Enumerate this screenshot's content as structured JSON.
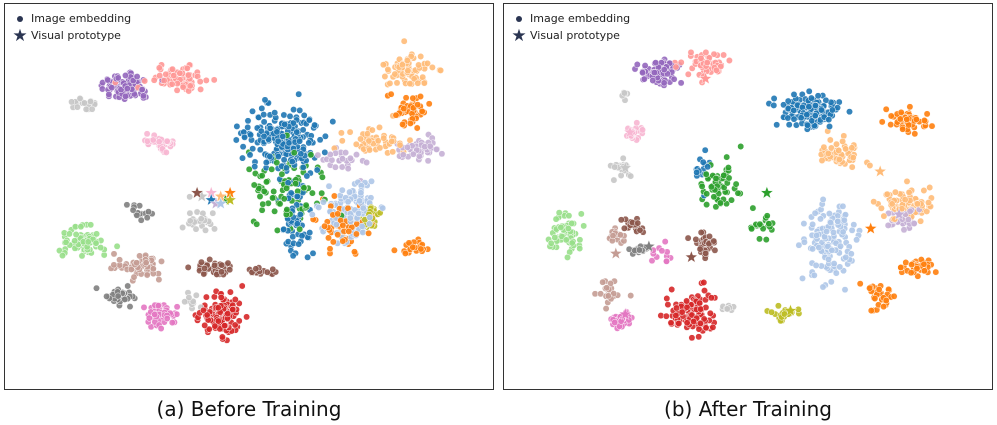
{
  "legend": {
    "image_embedding": "Image embedding",
    "visual_prototype": "Visual prototype",
    "marker_color": "#2b3552"
  },
  "panels": [
    {
      "caption": "(a) Before Training"
    },
    {
      "caption": "(b) After Training"
    }
  ],
  "palette": {
    "blue": "#1f77b4",
    "orange": "#ff7f0e",
    "light_orange": "#ffbb78",
    "green": "#2ca02c",
    "light_green": "#98df8a",
    "red": "#d62728",
    "pink_red": "#ff9896",
    "purple": "#9467bd",
    "lavender": "#c5b0d5",
    "brown": "#8c564b",
    "tan": "#c49c94",
    "magenta": "#e377c2",
    "light_pink": "#f7b6d2",
    "gray": "#7f7f7f",
    "light_gray": "#c7c7c7",
    "olive": "#bcbd22",
    "light_blue": "#aec7e8"
  },
  "chart_data": [
    {
      "type": "scatter",
      "title": "(a) Before Training",
      "xlabel": "",
      "ylabel": "",
      "grid": false,
      "legend_placement": "top-left",
      "x_range": [
        0,
        100
      ],
      "y_range": [
        0,
        100
      ],
      "series": [
        {
          "color": "purple",
          "clusters": [
            [
              24,
              19,
              5,
              4,
              80
            ]
          ],
          "prototype": null
        },
        {
          "color": "pink_red",
          "clusters": [
            [
              35,
              17,
              6,
              4,
              70
            ]
          ],
          "prototype": null
        },
        {
          "color": "light_gray",
          "clusters": [
            [
              15,
              24,
              3,
              2,
              18
            ],
            [
              40,
              57,
              3,
              3,
              25
            ],
            [
              38,
              79,
              2,
              3,
              10
            ]
          ],
          "prototype": [
            40,
            50
          ]
        },
        {
          "color": "light_pink",
          "clusters": [
            [
              31,
              35,
              3,
              2,
              35
            ]
          ],
          "prototype": [
            42,
            49
          ]
        },
        {
          "color": "blue",
          "clusters": [
            [
              57,
              34,
              7,
              8,
              200
            ],
            [
              60,
              55,
              3,
              10,
              60
            ]
          ],
          "prototype": [
            42,
            51
          ]
        },
        {
          "color": "green",
          "clusters": [
            [
              58,
              48,
              7,
              10,
              90
            ]
          ],
          "prototype": [
            45,
            51
          ]
        },
        {
          "color": "light_orange",
          "clusters": [
            [
              84,
              15,
              4,
              4,
              70
            ],
            [
              76,
              34,
              6,
              4,
              50
            ]
          ],
          "prototype": [
            44,
            50
          ]
        },
        {
          "color": "orange",
          "clusters": [
            [
              84,
              26,
              4,
              4,
              50
            ],
            [
              70,
              58,
              5,
              6,
              55
            ],
            [
              85,
              64,
              3,
              2,
              25
            ]
          ],
          "prototype": [
            46,
            49
          ]
        },
        {
          "color": "lavender",
          "clusters": [
            [
              86,
              37,
              4,
              3,
              55
            ],
            [
              70,
              40,
              4,
              3,
              25
            ]
          ],
          "prototype": [
            43,
            52
          ]
        },
        {
          "color": "light_blue",
          "clusters": [
            [
              72,
              54,
              5,
              8,
              140
            ]
          ],
          "prototype": [
            44,
            52
          ]
        },
        {
          "color": "olive",
          "clusters": [
            [
              76,
              56,
              2,
              3,
              22
            ]
          ],
          "prototype": [
            46,
            51
          ]
        },
        {
          "color": "brown",
          "clusters": [
            [
              43,
              70,
              4,
              2,
              40
            ],
            [
              53,
              71,
              3,
              1,
              15
            ]
          ],
          "prototype": [
            39,
            49
          ]
        },
        {
          "color": "tan",
          "clusters": [
            [
              27,
              70,
              5,
              3,
              60
            ]
          ],
          "prototype": null
        },
        {
          "color": "light_green",
          "clusters": [
            [
              15,
              63,
              4,
              4,
              70
            ]
          ],
          "prototype": null
        },
        {
          "color": "gray",
          "clusters": [
            [
              23,
              78,
              3,
              2,
              35
            ],
            [
              27,
              55,
              3,
              2,
              15
            ]
          ],
          "prototype": null
        },
        {
          "color": "magenta",
          "clusters": [
            [
              31,
              83,
              3,
              3,
              55
            ]
          ],
          "prototype": null
        },
        {
          "color": "red",
          "clusters": [
            [
              44,
              83,
              4,
              5,
              130
            ]
          ],
          "prototype": null
        }
      ]
    },
    {
      "type": "scatter",
      "title": "(b) After Training",
      "xlabel": "",
      "ylabel": "",
      "grid": false,
      "legend_placement": "top-left",
      "x_range": [
        0,
        100
      ],
      "y_range": [
        0,
        100
      ],
      "series": [
        {
          "color": "purple",
          "clusters": [
            [
              31,
              15,
              4,
              3,
              80
            ]
          ],
          "prototype": null
        },
        {
          "color": "pink_red",
          "clusters": [
            [
              41,
              13,
              5,
              3,
              55
            ]
          ],
          "prototype": [
            41,
            17
          ]
        },
        {
          "color": "light_pink",
          "clusters": [
            [
              26,
              32,
              2,
              2,
              20
            ]
          ],
          "prototype": [
            25,
            32
          ]
        },
        {
          "color": "light_gray",
          "clusters": [
            [
              23,
              42,
              2,
              2,
              18
            ],
            [
              24,
              22,
              1,
              1,
              6
            ],
            [
              46,
              81,
              2,
              1,
              8
            ]
          ],
          "prototype": [
            24,
            42
          ]
        },
        {
          "color": "blue",
          "clusters": [
            [
              63,
              26,
              6,
              4,
              150
            ],
            [
              40,
              42,
              2,
              4,
              15
            ]
          ],
          "prototype": null
        },
        {
          "color": "green",
          "clusters": [
            [
              44,
              47,
              3,
              6,
              60
            ],
            [
              53,
              58,
              3,
              3,
              20
            ]
          ],
          "prototype": [
            54,
            49
          ]
        },
        {
          "color": "light_orange",
          "clusters": [
            [
              70,
              38,
              4,
              4,
              55
            ],
            [
              84,
              52,
              5,
              4,
              75
            ]
          ],
          "prototype": [
            78,
            43
          ]
        },
        {
          "color": "orange",
          "clusters": [
            [
              84,
              29,
              4,
              3,
              55
            ],
            [
              86,
              70,
              3,
              2,
              35
            ],
            [
              78,
              78,
              3,
              3,
              40
            ]
          ],
          "prototype": [
            76,
            59
          ]
        },
        {
          "color": "lavender",
          "clusters": [
            [
              83,
              56,
              3,
              3,
              40
            ]
          ],
          "prototype": [
            82,
            55
          ]
        },
        {
          "color": "light_blue",
          "clusters": [
            [
              67,
              62,
              5,
              10,
              130
            ]
          ],
          "prototype": null
        },
        {
          "color": "olive",
          "clusters": [
            [
              58,
              83,
              3,
              2,
              20
            ]
          ],
          "prototype": [
            59,
            82
          ]
        },
        {
          "color": "brown",
          "clusters": [
            [
              41,
              64,
              2,
              3,
              35
            ],
            [
              26,
              58,
              2,
              2,
              20
            ]
          ],
          "prototype": [
            38,
            67
          ]
        },
        {
          "color": "tan",
          "clusters": [
            [
              22,
              61,
              2,
              2,
              20
            ],
            [
              21,
              77,
              2,
              3,
              25
            ]
          ],
          "prototype": [
            22,
            66
          ]
        },
        {
          "color": "light_green",
          "clusters": [
            [
              11,
              60,
              3,
              5,
              70
            ]
          ],
          "prototype": null
        },
        {
          "color": "gray",
          "clusters": [
            [
              27,
              65,
              2,
              1,
              20
            ]
          ],
          "prototype": [
            29,
            64
          ]
        },
        {
          "color": "magenta",
          "clusters": [
            [
              23,
              85,
              2,
              2,
              40
            ],
            [
              32,
              66,
              2,
              2,
              12
            ]
          ],
          "prototype": [
            24,
            83
          ]
        },
        {
          "color": "red",
          "clusters": [
            [
              38,
              83,
              4,
              5,
              110
            ]
          ],
          "prototype": null
        }
      ]
    }
  ]
}
